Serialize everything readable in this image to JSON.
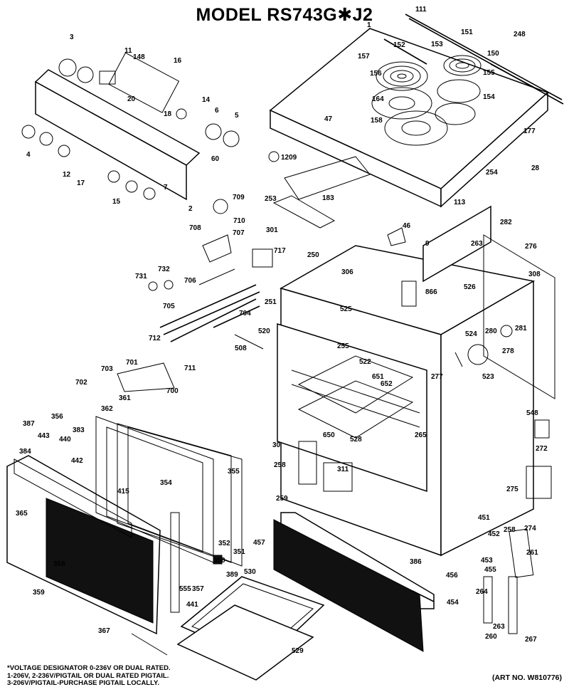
{
  "title": "MODEL RS743G✱J2",
  "notes": [
    "*VOLTAGE DESIGNATOR 0-236V OR DUAL RATED.",
    "1-206V, 2-236V/PIGTAIL OR DUAL RATED PIGTAIL.",
    "3-206V/PIGTAIL-PURCHASE PIGTAIL LOCALLY."
  ],
  "art_number": "(ART NO. W810776)",
  "part_labels": [
    "111",
    "1",
    "152",
    "151",
    "248",
    "153",
    "157",
    "150",
    "156",
    "155",
    "164",
    "154",
    "158",
    "3",
    "11",
    "148",
    "16",
    "20",
    "18",
    "14",
    "6",
    "5",
    "60",
    "4",
    "12",
    "17",
    "15",
    "7",
    "2",
    "177",
    "47",
    "28",
    "1209",
    "254",
    "183",
    "253",
    "113",
    "709",
    "710",
    "708",
    "707",
    "301",
    "46",
    "9",
    "282",
    "717",
    "250",
    "263",
    "276",
    "306",
    "731",
    "732",
    "706",
    "526",
    "308",
    "866",
    "251",
    "705",
    "704",
    "525",
    "281",
    "524",
    "280",
    "278",
    "712",
    "520",
    "255",
    "508",
    "522",
    "523",
    "277",
    "711",
    "701",
    "703",
    "702",
    "700",
    "651",
    "652",
    "361",
    "362",
    "356",
    "387",
    "443",
    "383",
    "440",
    "384",
    "442",
    "415",
    "354",
    "365",
    "355",
    "528",
    "548",
    "650",
    "30",
    "265",
    "272",
    "259",
    "258",
    "311",
    "275",
    "352",
    "351",
    "358",
    "389",
    "350",
    "357",
    "555",
    "359",
    "441",
    "367",
    "530",
    "451",
    "452",
    "457",
    "453",
    "456",
    "258",
    "274",
    "261",
    "386",
    "455",
    "264",
    "454",
    "263",
    "260",
    "267",
    "529"
  ]
}
